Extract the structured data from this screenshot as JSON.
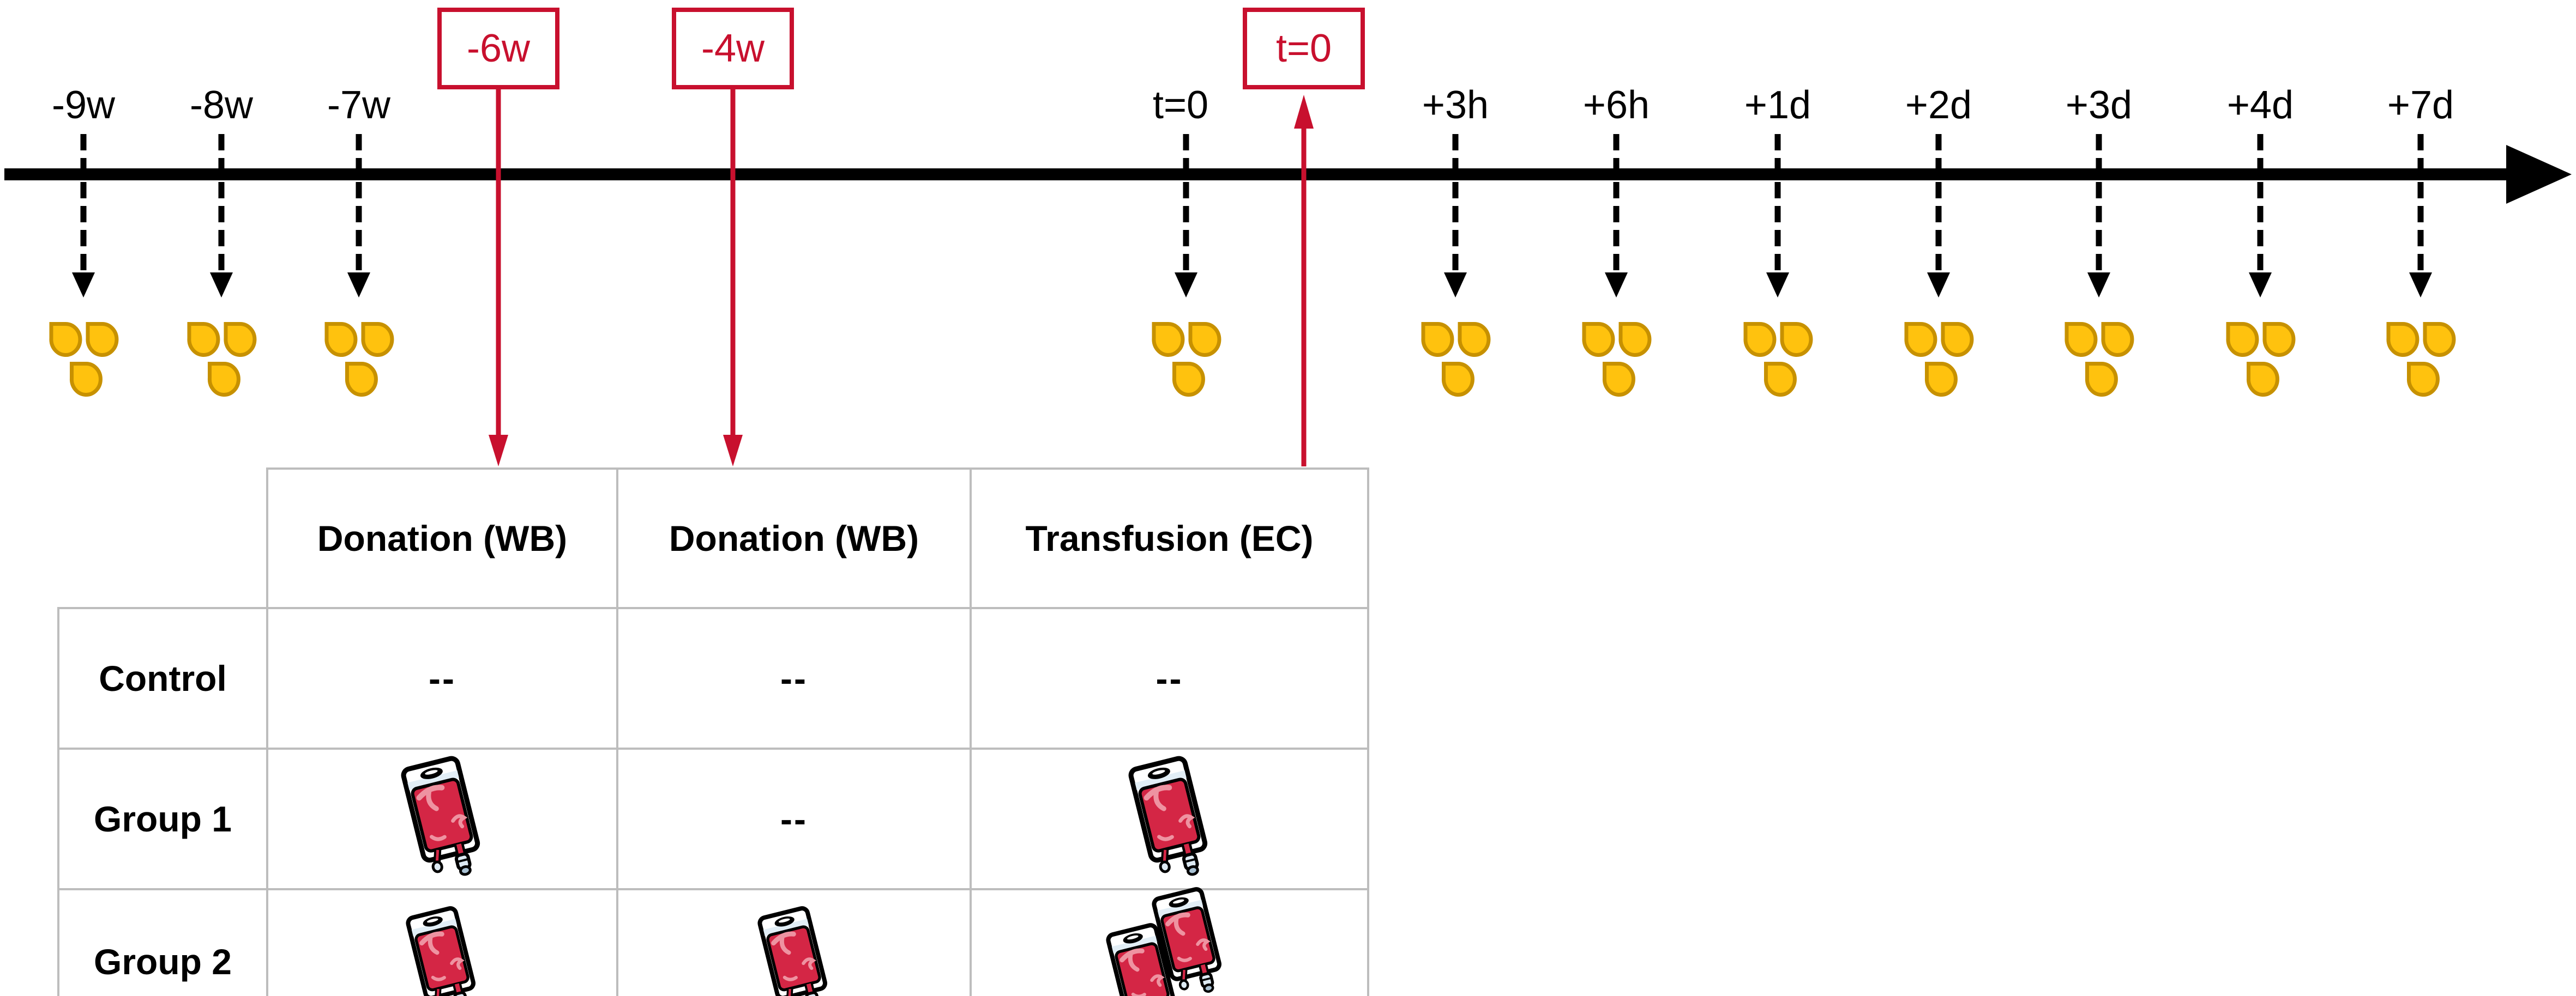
{
  "title": "Study timeline with blood sampling, donation and transfusion schedule",
  "colors": {
    "accent_red": "#C8102E",
    "axis_black": "#000000",
    "table_border": "#BDBDBD",
    "blood_drop_fill": "#FFC20E",
    "blood_drop_stroke": "#C79100",
    "blood_bag_red": "#D42645"
  },
  "timeline": {
    "sample_ticks": [
      {
        "label": "-9w"
      },
      {
        "label": "-8w"
      },
      {
        "label": "-7w"
      },
      {
        "label": "t=0"
      },
      {
        "label": "+3h"
      },
      {
        "label": "+6h"
      },
      {
        "label": "+1d"
      },
      {
        "label": "+2d"
      },
      {
        "label": "+3d"
      },
      {
        "label": "+4d"
      },
      {
        "label": "+7d"
      }
    ],
    "event_flags": [
      {
        "label": "-6w",
        "arrow_direction": "down"
      },
      {
        "label": "-4w",
        "arrow_direction": "down"
      },
      {
        "label": "t=0",
        "arrow_direction": "up"
      }
    ],
    "sample_icon": "blood-drops-icon"
  },
  "table": {
    "column_headers": [
      "Donation (WB)",
      "Donation (WB)",
      "Transfusion (EC)"
    ],
    "rows": [
      {
        "label": "Control",
        "cells": [
          {
            "type": "text",
            "text": "--"
          },
          {
            "type": "text",
            "text": "--"
          },
          {
            "type": "text",
            "text": "--"
          }
        ]
      },
      {
        "label": "Group 1",
        "cells": [
          {
            "type": "icon",
            "icon": "blood-bag-icon",
            "count": 1
          },
          {
            "type": "text",
            "text": "--"
          },
          {
            "type": "icon",
            "icon": "blood-bag-icon",
            "count": 1
          }
        ]
      },
      {
        "label": "Group 2",
        "cells": [
          {
            "type": "icon",
            "icon": "blood-bag-icon",
            "count": 1
          },
          {
            "type": "icon",
            "icon": "blood-bag-icon",
            "count": 1
          },
          {
            "type": "icon",
            "icon": "blood-bag-icon",
            "count": 2
          }
        ]
      }
    ]
  }
}
